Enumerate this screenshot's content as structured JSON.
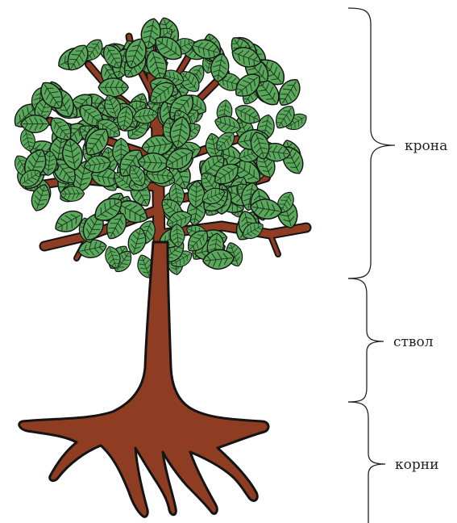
{
  "parts": [
    {
      "id": "crown",
      "label": "крона"
    },
    {
      "id": "trunk",
      "label": "ствол"
    },
    {
      "id": "roots",
      "label": "корни"
    }
  ],
  "colors": {
    "leaf": "#5aa85c",
    "leaf_vein": "#1c3b1f",
    "outline": "#141414",
    "wood": "#8e3d22",
    "bracket": "#222222"
  },
  "icons": [
    "tree-illustration",
    "leaf-icon",
    "curly-brace"
  ]
}
